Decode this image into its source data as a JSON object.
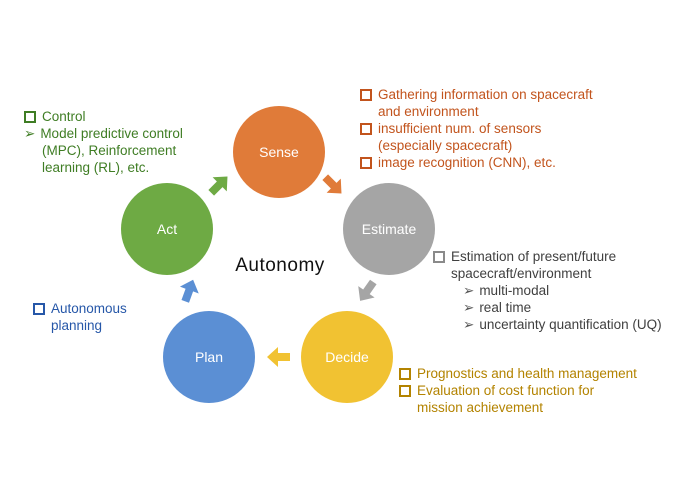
{
  "center_title": "Autonomy",
  "colors": {
    "sense": "#e07b39",
    "estimate": "#a5a5a5",
    "decide": "#f1c232",
    "plan": "#5b8fd4",
    "act": "#6eaa44",
    "sense_text": "#c2541d",
    "decide_text": "#b38300",
    "plan_text": "#2657a8",
    "act_text": "#3f7d24"
  },
  "nodes": {
    "sense": "Sense",
    "estimate": "Estimate",
    "decide": "Decide",
    "plan": "Plan",
    "act": "Act"
  },
  "notes": {
    "sense": {
      "items": [
        {
          "line1": "Gathering information on spacecraft",
          "line2": "and environment"
        },
        {
          "line1": "insufficient num. of sensors",
          "line2": "(especially spacecraft)"
        },
        {
          "line1": "image recognition (CNN), etc."
        }
      ]
    },
    "estimate": {
      "line1": "Estimation of present/future",
      "line2": "spacecraft/environment",
      "subitems": [
        "multi-modal",
        "real time",
        "uncertainty quantification (UQ)"
      ]
    },
    "decide": {
      "items": [
        {
          "line1": "Prognostics and health management"
        },
        {
          "line1": "Evaluation of cost function for",
          "line2": "mission achievement"
        }
      ]
    },
    "plan": {
      "line1": "Autonomous",
      "line2": "planning"
    },
    "act": {
      "title": "Control",
      "sub_line1": "Model predictive control",
      "sub_line2": "(MPC), Reinforcement",
      "sub_line3": "learning (RL), etc."
    }
  }
}
